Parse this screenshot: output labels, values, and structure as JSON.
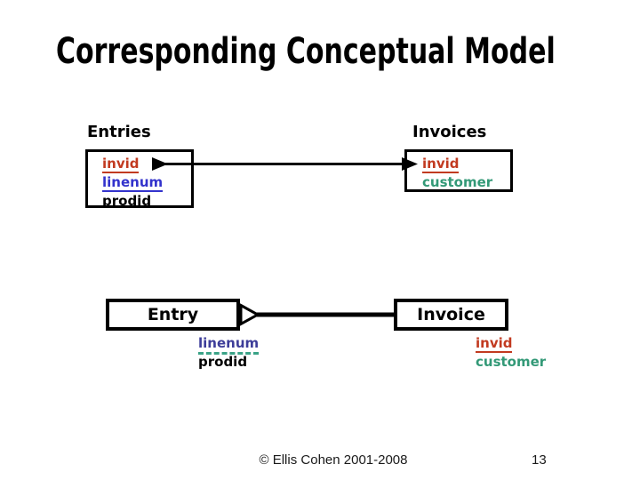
{
  "slide": {
    "title": "Corresponding Conceptual Model"
  },
  "relational_model": {
    "entries": {
      "heading": "Entries",
      "attributes": [
        {
          "label": "invid",
          "role": "primary-key",
          "underline": "solid",
          "color": "#c23a20"
        },
        {
          "label": "linenum",
          "role": "key-part",
          "underline": "solid",
          "color": "#3333cc"
        },
        {
          "label": "prodid",
          "role": "attribute",
          "underline": "none",
          "color": "#000000"
        }
      ]
    },
    "invoices": {
      "heading": "Invoices",
      "attributes": [
        {
          "label": "invid",
          "role": "primary-key",
          "underline": "solid",
          "color": "#c23a20"
        },
        {
          "label": "customer",
          "role": "attribute",
          "underline": "none",
          "color": "#339977"
        }
      ]
    },
    "connector": {
      "type": "foreign-key-arrow",
      "from": "Entries.invid",
      "to": "Invoices.invid",
      "direction": "right"
    }
  },
  "conceptual_model": {
    "entry": {
      "label": "Entry",
      "attributes": [
        {
          "label": "linenum",
          "underline": "dashed",
          "color": "#3d3d99"
        },
        {
          "label": "prodid",
          "underline": "none",
          "color": "#000000"
        }
      ]
    },
    "invoice": {
      "label": "Invoice",
      "attributes": [
        {
          "label": "invid",
          "underline": "solid",
          "color": "#c23a20"
        },
        {
          "label": "customer",
          "underline": "none",
          "color": "#339977"
        }
      ]
    },
    "connector": {
      "type": "many-to-one-relationship",
      "from": "Entry",
      "to": "Invoice"
    }
  },
  "footer": {
    "copyright": "© Ellis Cohen 2001-2008",
    "page_number": "13"
  },
  "colors": {
    "primary_key_red": "#c23a20",
    "foreign_key_blue": "#3333cc",
    "attribute_teal": "#339977",
    "faded_key_violet": "#3d3d99",
    "dashed_underline_teal": "#3aa387",
    "line_black": "#000000",
    "background": "#ffffff"
  }
}
